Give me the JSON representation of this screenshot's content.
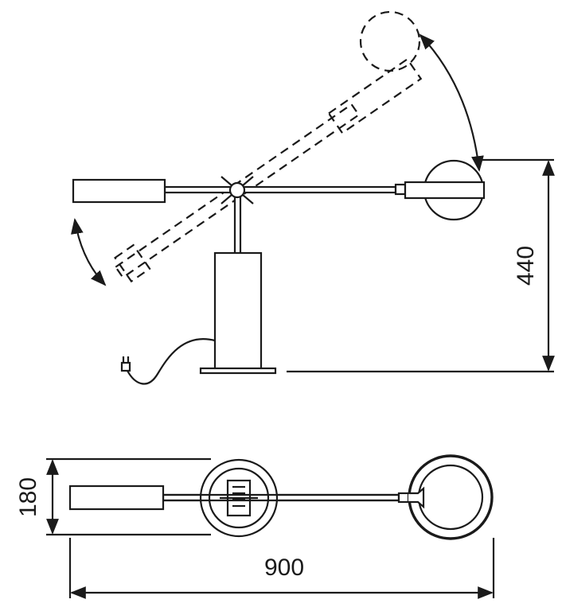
{
  "dimensions": {
    "height": "440",
    "depth": "180",
    "width": "900"
  },
  "colors": {
    "stroke": "#1a1a1a",
    "fill": "#ffffff"
  }
}
